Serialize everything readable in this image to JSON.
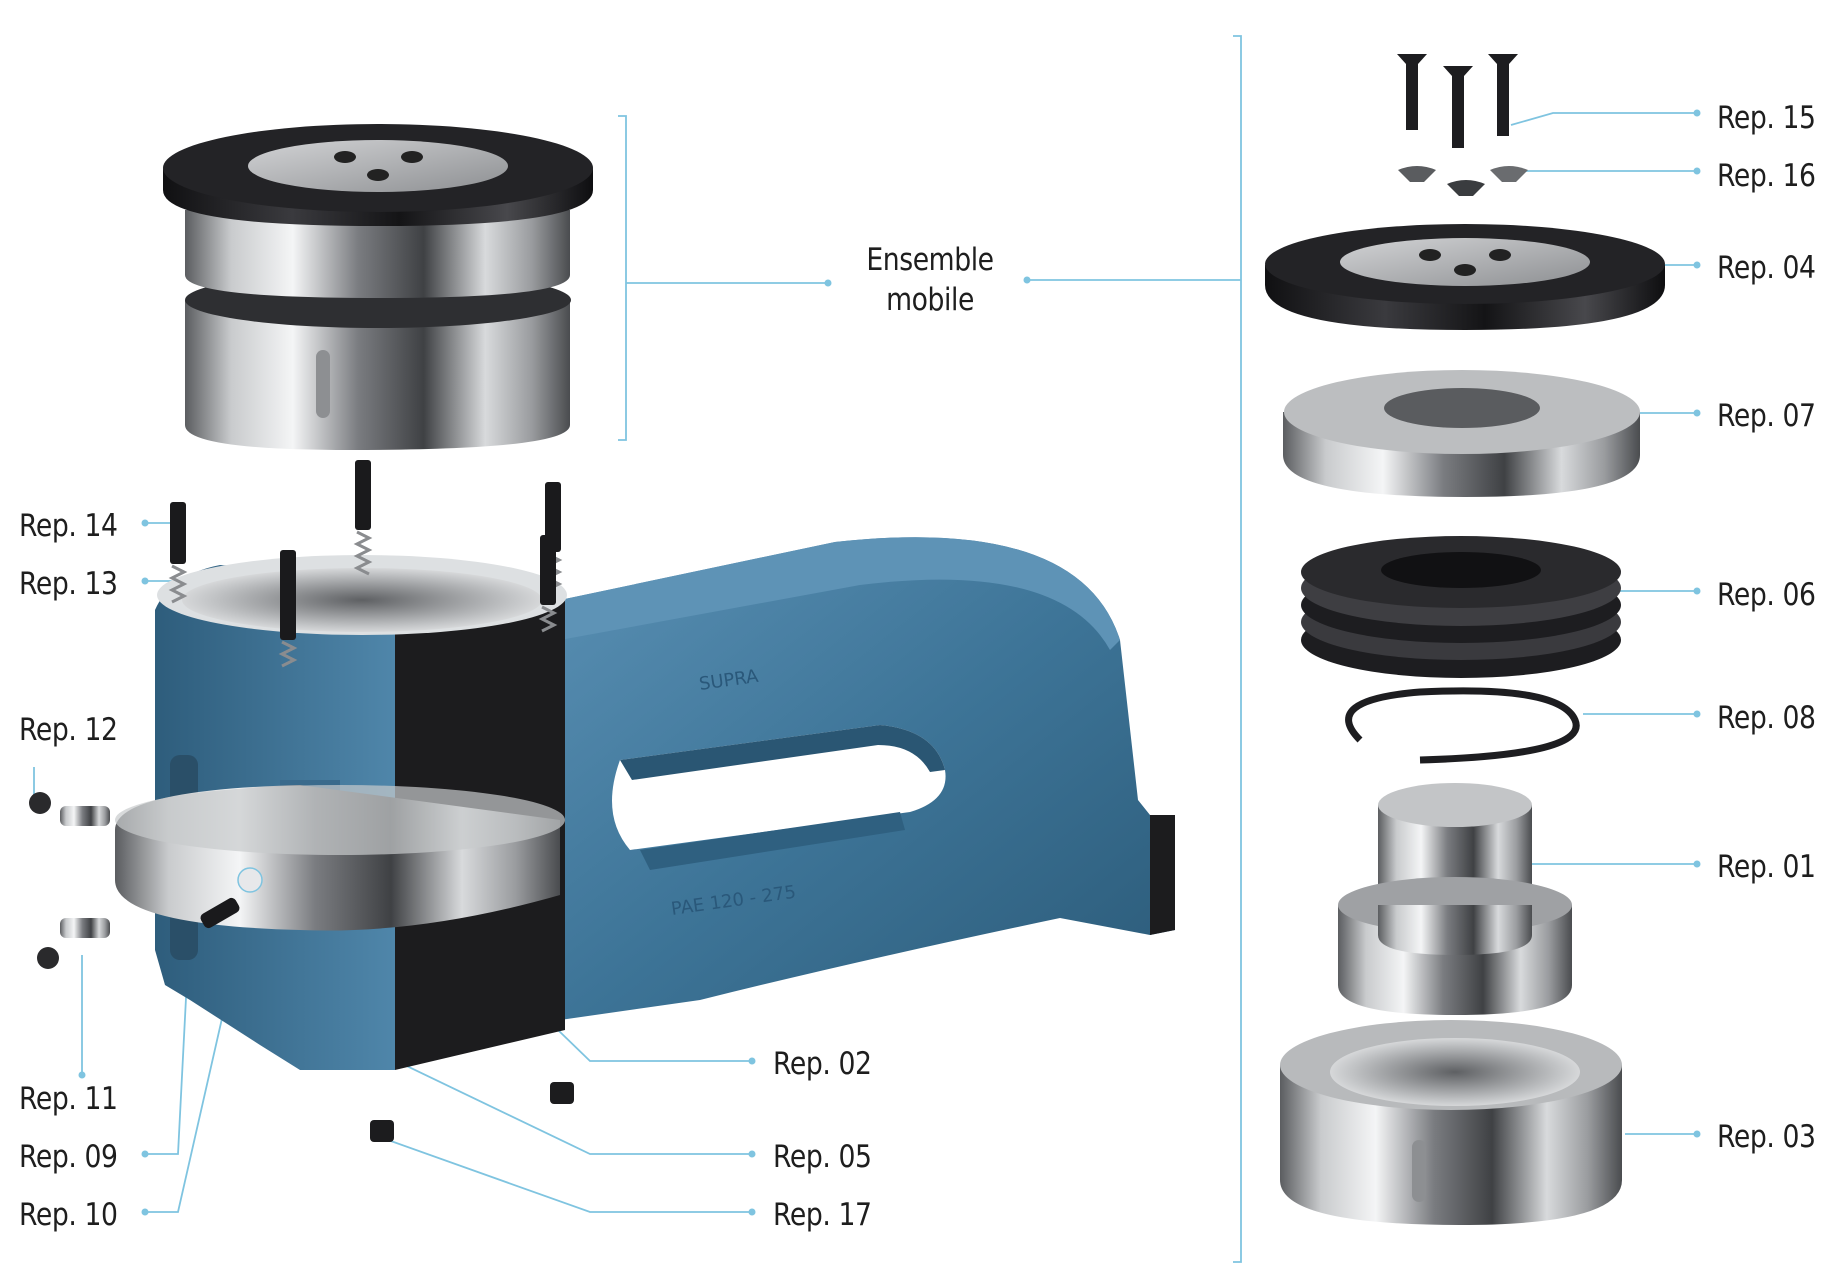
{
  "colors": {
    "leader_line": "#7fc4e0",
    "frame_blue": "#3d7497",
    "frame_blue_dark": "#26506b",
    "steel_light": "#e6e7e8",
    "steel_dark": "#5a5c5f",
    "black_part": "#1c1c1e"
  },
  "labels": {
    "ensemble_line1": "Ensemble",
    "ensemble_line2": "mobile",
    "rep01": "Rep. 01",
    "rep02": "Rep. 02",
    "rep03": "Rep. 03",
    "rep04": "Rep. 04",
    "rep05": "Rep. 05",
    "rep06": "Rep. 06",
    "rep07": "Rep. 07",
    "rep08": "Rep. 08",
    "rep09": "Rep. 09",
    "rep10": "Rep. 10",
    "rep11": "Rep. 11",
    "rep12": "Rep. 12",
    "rep13": "Rep. 13",
    "rep14": "Rep. 14",
    "rep15": "Rep. 15",
    "rep16": "Rep. 16",
    "rep17": "Rep. 17"
  },
  "castings": {
    "brand": "SUPRA",
    "model": "PAE 120 - 275"
  }
}
